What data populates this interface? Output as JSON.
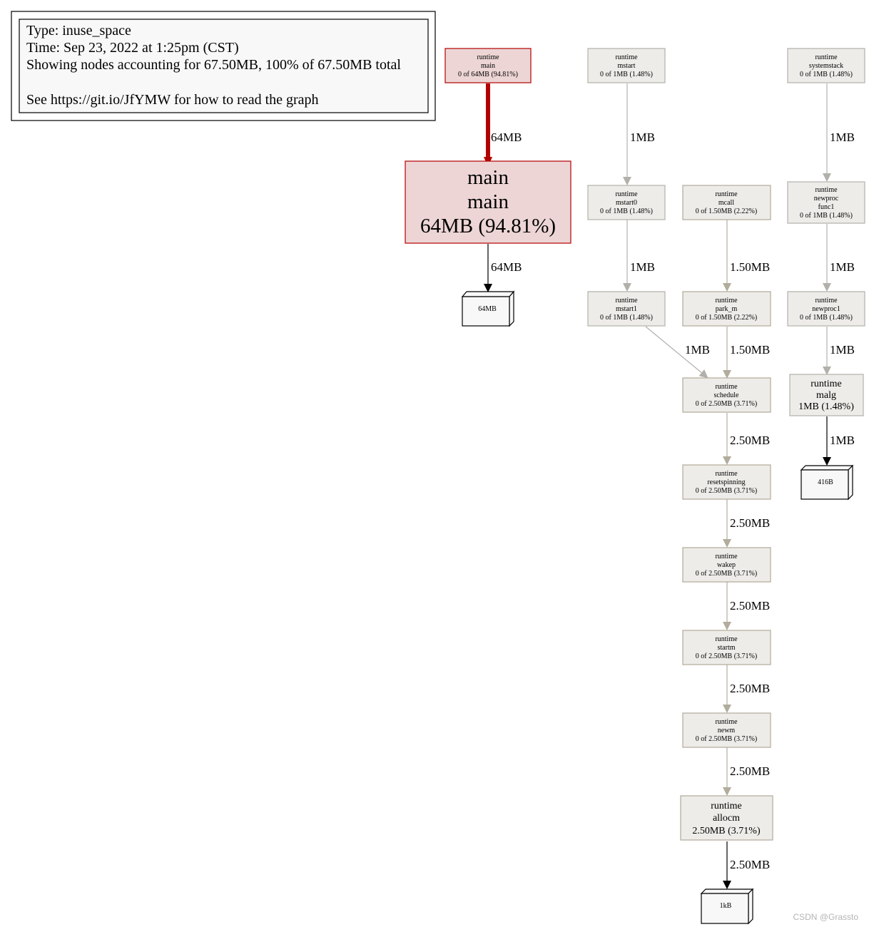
{
  "legend": {
    "lines": [
      "Type: inuse_space",
      "Time: Sep 23, 2022 at 1:25pm (CST)",
      "Showing nodes accounting for 67.50MB, 100% of 67.50MB total",
      "",
      "See https://git.io/JfYMW for how to read the graph"
    ]
  },
  "colors": {
    "hot_fill": "#edd5d5",
    "hot_stroke": "#b20000",
    "hot_edge": "#b20000",
    "cold_fill": "#edece9",
    "cold_stroke": "#b2aa99",
    "cold_edge": "#b2ac9d",
    "grey_edge": "#b2b0aa",
    "black": "#000000",
    "box_fill": "#f8f8f8"
  },
  "nodes": [
    {
      "id": "runtime_main",
      "lines": [
        "runtime",
        "main",
        "0 of 64MB (94.81%)"
      ]
    },
    {
      "id": "main_main",
      "lines": [
        "main",
        "main",
        "64MB (94.81%)"
      ]
    },
    {
      "id": "runtime_mstart",
      "lines": [
        "runtime",
        "mstart",
        "0 of 1MB (1.48%)"
      ]
    },
    {
      "id": "runtime_mstart0",
      "lines": [
        "runtime",
        "mstart0",
        "0 of 1MB (1.48%)"
      ]
    },
    {
      "id": "runtime_mstart1",
      "lines": [
        "runtime",
        "mstart1",
        "0 of 1MB (1.48%)"
      ]
    },
    {
      "id": "runtime_mcall",
      "lines": [
        "runtime",
        "mcall",
        "0 of 1.50MB (2.22%)"
      ]
    },
    {
      "id": "runtime_park_m",
      "lines": [
        "runtime",
        "park_m",
        "0 of 1.50MB (2.22%)"
      ]
    },
    {
      "id": "runtime_schedule",
      "lines": [
        "runtime",
        "schedule",
        "0 of 2.50MB (3.71%)"
      ]
    },
    {
      "id": "runtime_resetspinning",
      "lines": [
        "runtime",
        "resetspinning",
        "0 of 2.50MB (3.71%)"
      ]
    },
    {
      "id": "runtime_wakep",
      "lines": [
        "runtime",
        "wakep",
        "0 of 2.50MB (3.71%)"
      ]
    },
    {
      "id": "runtime_startm",
      "lines": [
        "runtime",
        "startm",
        "0 of 2.50MB (3.71%)"
      ]
    },
    {
      "id": "runtime_newm",
      "lines": [
        "runtime",
        "newm",
        "0 of 2.50MB (3.71%)"
      ]
    },
    {
      "id": "runtime_allocm",
      "lines": [
        "runtime",
        "allocm",
        "2.50MB (3.71%)"
      ]
    },
    {
      "id": "runtime_systemstack",
      "lines": [
        "runtime",
        "systemstack",
        "0 of 1MB (1.48%)"
      ]
    },
    {
      "id": "runtime_newproc_func1",
      "lines": [
        "runtime",
        "newproc",
        "func1",
        "0 of 1MB (1.48%)"
      ]
    },
    {
      "id": "runtime_newproc1",
      "lines": [
        "runtime",
        "newproc1",
        "0 of 1MB (1.48%)"
      ]
    },
    {
      "id": "runtime_malg",
      "lines": [
        "runtime",
        "malg",
        "1MB (1.48%)"
      ]
    },
    {
      "id": "box_64MB",
      "lines": [
        "64MB"
      ]
    },
    {
      "id": "box_1kB",
      "lines": [
        "1kB"
      ]
    },
    {
      "id": "box_416B",
      "lines": [
        "416B"
      ]
    }
  ],
  "edges": [
    {
      "from": "runtime_main",
      "to": "main_main",
      "label": "64MB"
    },
    {
      "from": "main_main",
      "to": "box_64MB",
      "label": "64MB"
    },
    {
      "from": "runtime_mstart",
      "to": "runtime_mstart0",
      "label": "1MB"
    },
    {
      "from": "runtime_mstart0",
      "to": "runtime_mstart1",
      "label": "1MB"
    },
    {
      "from": "runtime_mstart1",
      "to": "runtime_schedule",
      "label": "1MB"
    },
    {
      "from": "runtime_mcall",
      "to": "runtime_park_m",
      "label": "1.50MB"
    },
    {
      "from": "runtime_park_m",
      "to": "runtime_schedule",
      "label": "1.50MB"
    },
    {
      "from": "runtime_schedule",
      "to": "runtime_resetspinning",
      "label": "2.50MB"
    },
    {
      "from": "runtime_resetspinning",
      "to": "runtime_wakep",
      "label": "2.50MB"
    },
    {
      "from": "runtime_wakep",
      "to": "runtime_startm",
      "label": "2.50MB"
    },
    {
      "from": "runtime_startm",
      "to": "runtime_newm",
      "label": "2.50MB"
    },
    {
      "from": "runtime_newm",
      "to": "runtime_allocm",
      "label": "2.50MB"
    },
    {
      "from": "runtime_allocm",
      "to": "box_1kB",
      "label": "2.50MB"
    },
    {
      "from": "runtime_systemstack",
      "to": "runtime_newproc_func1",
      "label": "1MB"
    },
    {
      "from": "runtime_newproc_func1",
      "to": "runtime_newproc1",
      "label": "1MB"
    },
    {
      "from": "runtime_newproc1",
      "to": "runtime_malg",
      "label": "1MB"
    },
    {
      "from": "runtime_malg",
      "to": "box_416B",
      "label": "1MB"
    }
  ],
  "watermark": "CSDN @Grassto"
}
